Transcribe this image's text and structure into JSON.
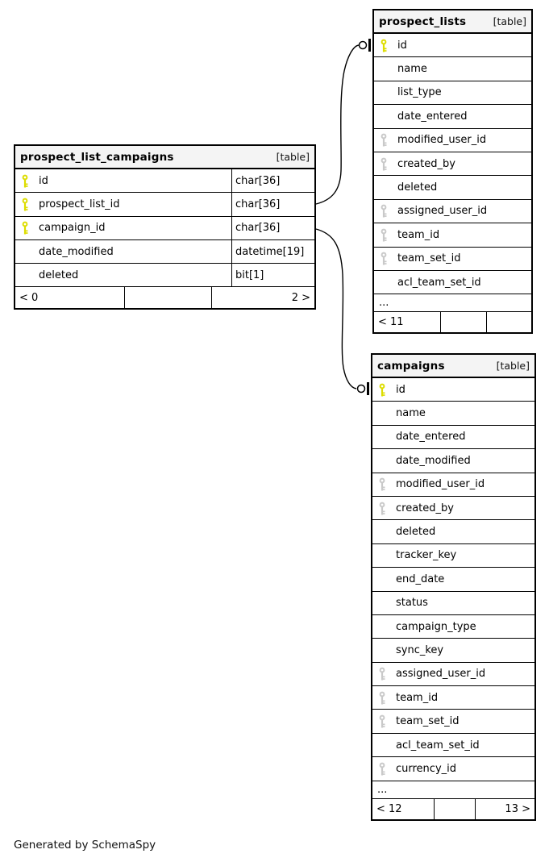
{
  "page": {
    "footer_note": "Generated by SchemaSpy"
  },
  "colors": {
    "primary_key": "#dddd00",
    "foreign_key": "#c9c9c9",
    "header_bg": "#f4f4f4",
    "border": "#000000"
  },
  "tables": [
    {
      "title": "prospect_list_campaigns",
      "tag": "[table]",
      "rows": [
        {
          "name": "id",
          "key": "primary",
          "type": "char[36]"
        },
        {
          "name": "prospect_list_id",
          "key": "primary",
          "type": "char[36]"
        },
        {
          "name": "campaign_id",
          "key": "primary",
          "type": "char[36]"
        },
        {
          "name": "date_modified",
          "key": "none",
          "type": "datetime[19]"
        },
        {
          "name": "deleted",
          "key": "none",
          "type": "bit[1]"
        }
      ],
      "ellipsis": "",
      "footer": {
        "left": "< 0",
        "center": "",
        "right": "2 >"
      }
    },
    {
      "title": "prospect_lists",
      "tag": "[table]",
      "rows": [
        {
          "name": "id",
          "key": "primary"
        },
        {
          "name": "name",
          "key": "none"
        },
        {
          "name": "list_type",
          "key": "none"
        },
        {
          "name": "date_entered",
          "key": "none"
        },
        {
          "name": "modified_user_id",
          "key": "foreign"
        },
        {
          "name": "created_by",
          "key": "foreign"
        },
        {
          "name": "deleted",
          "key": "none"
        },
        {
          "name": "assigned_user_id",
          "key": "foreign"
        },
        {
          "name": "team_id",
          "key": "foreign"
        },
        {
          "name": "team_set_id",
          "key": "foreign"
        },
        {
          "name": "acl_team_set_id",
          "key": "none"
        }
      ],
      "ellipsis": "...",
      "footer": {
        "left": "< 11",
        "center": "",
        "right": ""
      }
    },
    {
      "title": "campaigns",
      "tag": "[table]",
      "rows": [
        {
          "name": "id",
          "key": "primary"
        },
        {
          "name": "name",
          "key": "none"
        },
        {
          "name": "date_entered",
          "key": "none"
        },
        {
          "name": "date_modified",
          "key": "none"
        },
        {
          "name": "modified_user_id",
          "key": "foreign"
        },
        {
          "name": "created_by",
          "key": "foreign"
        },
        {
          "name": "deleted",
          "key": "none"
        },
        {
          "name": "tracker_key",
          "key": "none"
        },
        {
          "name": "end_date",
          "key": "none"
        },
        {
          "name": "status",
          "key": "none"
        },
        {
          "name": "campaign_type",
          "key": "none"
        },
        {
          "name": "sync_key",
          "key": "none"
        },
        {
          "name": "assigned_user_id",
          "key": "foreign"
        },
        {
          "name": "team_id",
          "key": "foreign"
        },
        {
          "name": "team_set_id",
          "key": "foreign"
        },
        {
          "name": "acl_team_set_id",
          "key": "none"
        },
        {
          "name": "currency_id",
          "key": "foreign"
        }
      ],
      "ellipsis": "...",
      "footer": {
        "left": "< 12",
        "center": "",
        "right": "13 >"
      }
    }
  ],
  "relationships": [
    {
      "from": "prospect_list_campaigns.prospect_list_id",
      "to": "prospect_lists.id",
      "end_notation": "zero-or-one"
    },
    {
      "from": "prospect_list_campaigns.campaign_id",
      "to": "campaigns.id",
      "end_notation": "zero-or-one"
    }
  ]
}
